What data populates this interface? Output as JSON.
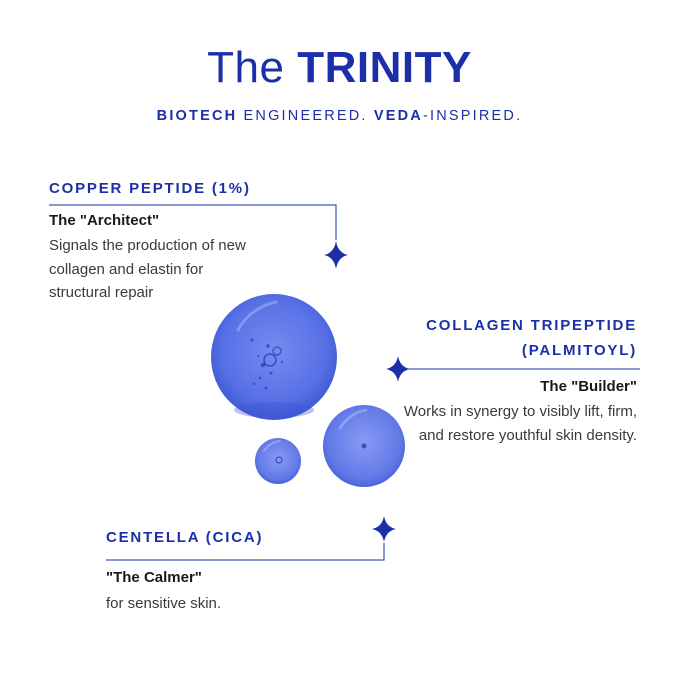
{
  "title": {
    "light": "The",
    "bold": "TRINITY"
  },
  "tagline": {
    "part1_bold": "BIOTECH",
    "part2": " ENGINEERED. ",
    "part3_bold": "VEDA",
    "part4": "-INSPIRED."
  },
  "ingredients": {
    "copper": {
      "heading": "COPPER PEPTIDE (1%)",
      "role": "The \"Architect\"",
      "description": "Signals the production of new collagen and elastin for structural repair"
    },
    "collagen": {
      "heading_line1": "COLLAGEN TRIPEPTIDE",
      "heading_line2": "(PALMITOYL)",
      "role": "The \"Builder\"",
      "description": "Works in synergy to visibly lift, firm, and restore youthful skin density."
    },
    "cica": {
      "heading": "CENTELLA (CICA)",
      "role": "\"The Calmer\"",
      "description": "for sensitive skin."
    }
  },
  "colors": {
    "brand_blue": "#1b2fa8",
    "serum_blue": "#4a63e0",
    "text_dark": "#1a1a1a"
  },
  "icons": {
    "sparkle": "four-point-star-icon",
    "droplet": "serum-droplet-icon"
  }
}
